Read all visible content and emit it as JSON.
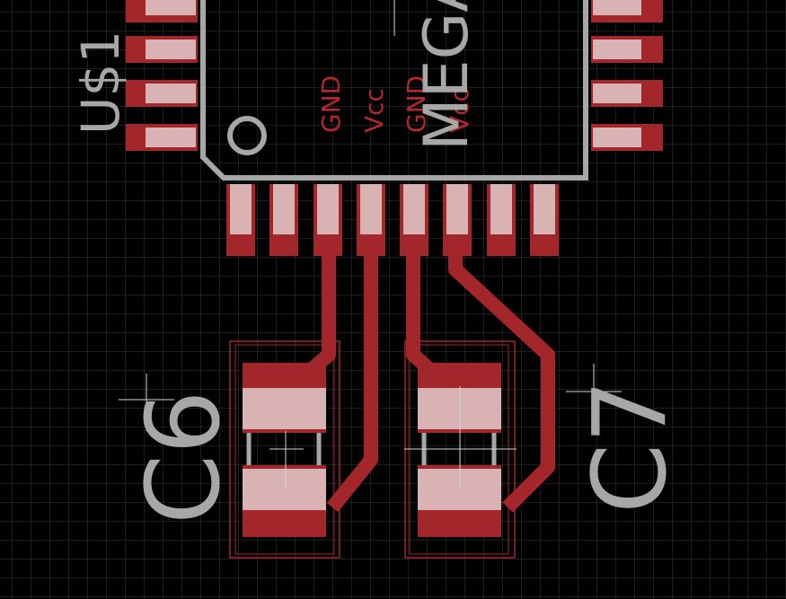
{
  "editor": {
    "view": "board-layout",
    "grid_visible": true
  },
  "colors": {
    "background": "#000000",
    "grid": "#3a3a3a",
    "top_copper": "#a3262a",
    "pad_highlight": "#d9b3b4",
    "silkscreen": "#a7a7a7",
    "origin_cross": "#d6d6d6",
    "pin_label": "#b3282c"
  },
  "components": {
    "ic": {
      "name_label": "U$1",
      "value_label": "MEGA"
    },
    "cap_left": {
      "name_label": "C6"
    },
    "cap_right": {
      "name_label": "C7"
    }
  },
  "pin_labels": [
    "GND",
    "Vcc",
    "GND",
    "Vcc"
  ]
}
